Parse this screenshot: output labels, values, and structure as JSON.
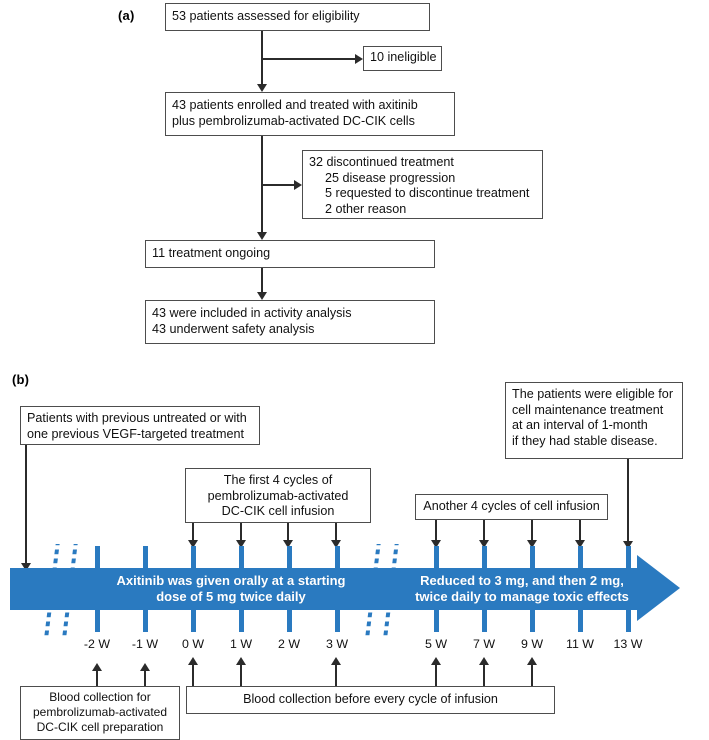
{
  "figure": {
    "panel_a_label": "(a)",
    "panel_b_label": "(b)"
  },
  "flowchart": {
    "boxes": {
      "assessed": "53 patients assessed for eligibility",
      "ineligible": "10 ineligible",
      "enrolled_l1": "43 patients enrolled and treated with axitinib",
      "enrolled_l2": "plus pembrolizumab-activated DC-CIK cells",
      "disc_l1": "32 discontinued treatment",
      "disc_l2": "25 disease progression",
      "disc_l3": "5 requested to discontinue treatment",
      "disc_l4": "2 other reason",
      "ongoing": "11 treatment ongoing",
      "analysis_l1": "43  were  included in activity analysis",
      "analysis_l2": "43 underwent safety analysis"
    }
  },
  "timeline": {
    "eligibility_note_l1": "Patients with previous untreated or with",
    "eligibility_note_l2": "one previous VEGF-targeted treatment",
    "first_cycles_l1": "The first 4 cycles of",
    "first_cycles_l2": "pembrolizumab-activated",
    "first_cycles_l3": "DC-CIK cell infusion",
    "another_cycles": "Another 4 cycles of cell infusion",
    "maintenance_l1": "The patients were eligible for",
    "maintenance_l2": "cell maintenance treatment",
    "maintenance_l3": "at an interval of 1-month",
    "maintenance_l4": "if they had stable disease.",
    "band_left_l1": "Axitinib was given orally at a starting",
    "band_left_l2": "dose of 5 mg twice daily",
    "band_right_l1": "Reduced to 3 mg, and then 2 mg,",
    "band_right_l2": "twice daily to manage toxic effects",
    "blood_left_l1": "Blood collection for",
    "blood_left_l2": "pembrolizumab-activated",
    "blood_left_l3": "DC-CIK cell preparation",
    "blood_right": "Blood collection before every cycle of infusion",
    "tick_labels": [
      "-2 W",
      "-1 W",
      "0 W",
      "1 W",
      "2 W",
      "3 W",
      "5 W",
      "7 W",
      "9 W",
      "11 W",
      "13 W"
    ],
    "accent_color": "#2a7ac0",
    "line_color": "#2b2b2b"
  }
}
